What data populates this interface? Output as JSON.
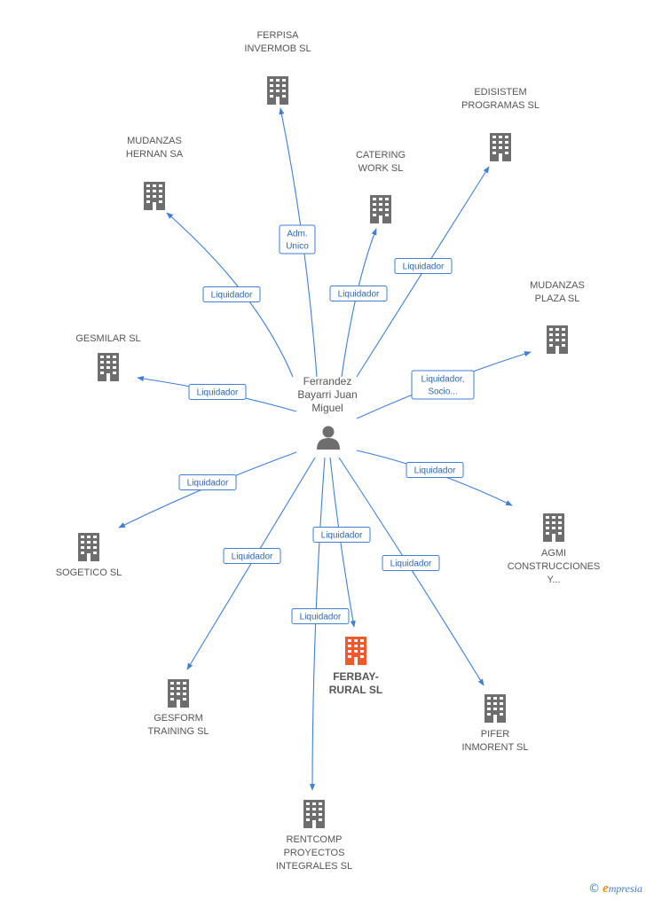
{
  "center": {
    "name_lines": [
      "Ferrandez",
      "Bayarri Juan",
      "Miguel"
    ],
    "icon": "person-icon"
  },
  "companies": [
    {
      "id": "ferpisa",
      "lines": [
        "FERPISA",
        "INVERMOB SL"
      ],
      "icon": "building-icon"
    },
    {
      "id": "edisistem",
      "lines": [
        "EDISISTEM",
        "PROGRAMAS SL"
      ],
      "icon": "building-icon"
    },
    {
      "id": "mudanzas-hernan",
      "lines": [
        "MUDANZAS",
        "HERNAN SA"
      ],
      "icon": "building-icon"
    },
    {
      "id": "catering-work",
      "lines": [
        "CATERING",
        "WORK SL"
      ],
      "icon": "building-icon"
    },
    {
      "id": "mudanzas-plaza",
      "lines": [
        "MUDANZAS",
        "PLAZA SL"
      ],
      "icon": "building-icon"
    },
    {
      "id": "gesmilar",
      "lines": [
        "GESMILAR SL"
      ],
      "icon": "building-icon"
    },
    {
      "id": "sogetico",
      "lines": [
        "SOGETICO SL"
      ],
      "icon": "building-icon"
    },
    {
      "id": "agmi",
      "lines": [
        "AGMI",
        "CONSTRUCCIONES",
        "Y..."
      ],
      "icon": "building-icon"
    },
    {
      "id": "ferbay-rural",
      "lines": [
        "FERBAY-",
        "RURAL SL"
      ],
      "icon": "building-icon",
      "highlight": true
    },
    {
      "id": "gesform",
      "lines": [
        "GESFORM",
        "TRAINING SL"
      ],
      "icon": "building-icon"
    },
    {
      "id": "pifer",
      "lines": [
        "PIFER",
        "INMORENT SL"
      ],
      "icon": "building-icon"
    },
    {
      "id": "rentcomp",
      "lines": [
        "RENTCOMP",
        "PROYECTOS",
        "INTEGRALES SL"
      ],
      "icon": "building-icon"
    }
  ],
  "relations": [
    {
      "target": "ferpisa",
      "role_lines": [
        "Adm.",
        "Unico"
      ]
    },
    {
      "target": "edisistem",
      "role_lines": [
        "Liquidador"
      ]
    },
    {
      "target": "mudanzas-hernan",
      "role_lines": [
        "Liquidador"
      ]
    },
    {
      "target": "catering-work",
      "role_lines": [
        "Liquidador"
      ]
    },
    {
      "target": "mudanzas-plaza",
      "role_lines": [
        "Liquidador,",
        "Socio..."
      ]
    },
    {
      "target": "gesmilar",
      "role_lines": [
        "Liquidador"
      ]
    },
    {
      "target": "sogetico",
      "role_lines": [
        "Liquidador"
      ]
    },
    {
      "target": "agmi",
      "role_lines": [
        "Liquidador"
      ]
    },
    {
      "target": "ferbay-rural",
      "role_lines": [
        "Liquidador"
      ]
    },
    {
      "target": "gesform",
      "role_lines": [
        "Liquidador"
      ]
    },
    {
      "target": "pifer",
      "role_lines": [
        "Liquidador"
      ]
    },
    {
      "target": "rentcomp",
      "role_lines": [
        "Liquidador"
      ]
    }
  ],
  "colors": {
    "edge": "#3f7fd6",
    "building": "#6e6e6e",
    "building_highlight": "#f0592b",
    "person": "#6e6e6e",
    "brand_e": "#f08a1c"
  },
  "footer": {
    "copyright_symbol": "©",
    "brand_initial": "e",
    "brand_rest": "mpresia"
  }
}
